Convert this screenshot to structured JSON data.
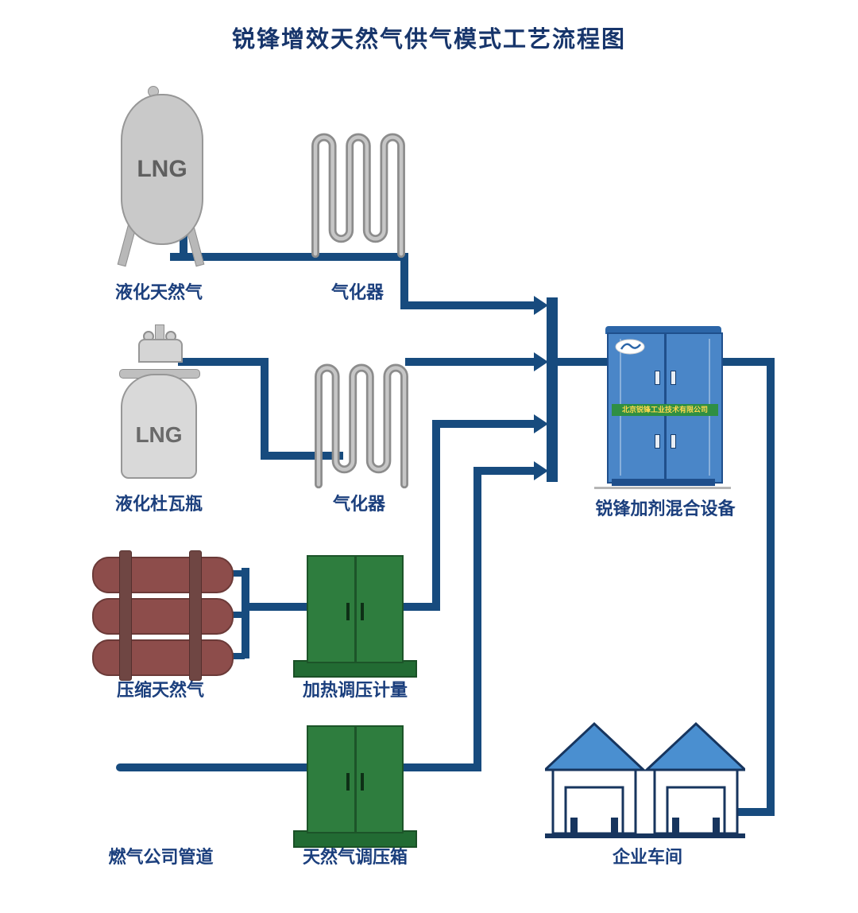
{
  "title": "锐锋增效天然气供气模式工艺流程图",
  "nodes": {
    "lng_tank": {
      "label": "液化天然气",
      "text": "LNG"
    },
    "vaporizer_top": {
      "label": "气化器"
    },
    "dewar": {
      "label": "液化杜瓦瓶",
      "text": "LNG"
    },
    "vaporizer_mid": {
      "label": "气化器"
    },
    "cng_cylinders": {
      "label": "压缩天然气"
    },
    "heating_metering_cabinet": {
      "label": "加热调压计量"
    },
    "gas_company_pipeline": {
      "label": "燃气公司管道"
    },
    "regulator_cabinet": {
      "label": "天然气调压箱"
    },
    "additive_mixer": {
      "label": "锐锋加剂混合设备",
      "brand": "北京锐锋工业技术有限公司"
    },
    "workshop": {
      "label": "企业车间"
    }
  },
  "colors": {
    "pipe": "#174b7e",
    "label_text": "#1b3f7d",
    "title_text": "#17356b",
    "tank_gray": "#c9c9c9",
    "cng_red": "#8d4d4b",
    "cabinet_green": "#2e7d3e",
    "mixer_blue": "#4a86c8",
    "roof_blue": "#4a8fd0",
    "brand_band": "#2f8f43",
    "brand_text": "#ffd84d"
  }
}
